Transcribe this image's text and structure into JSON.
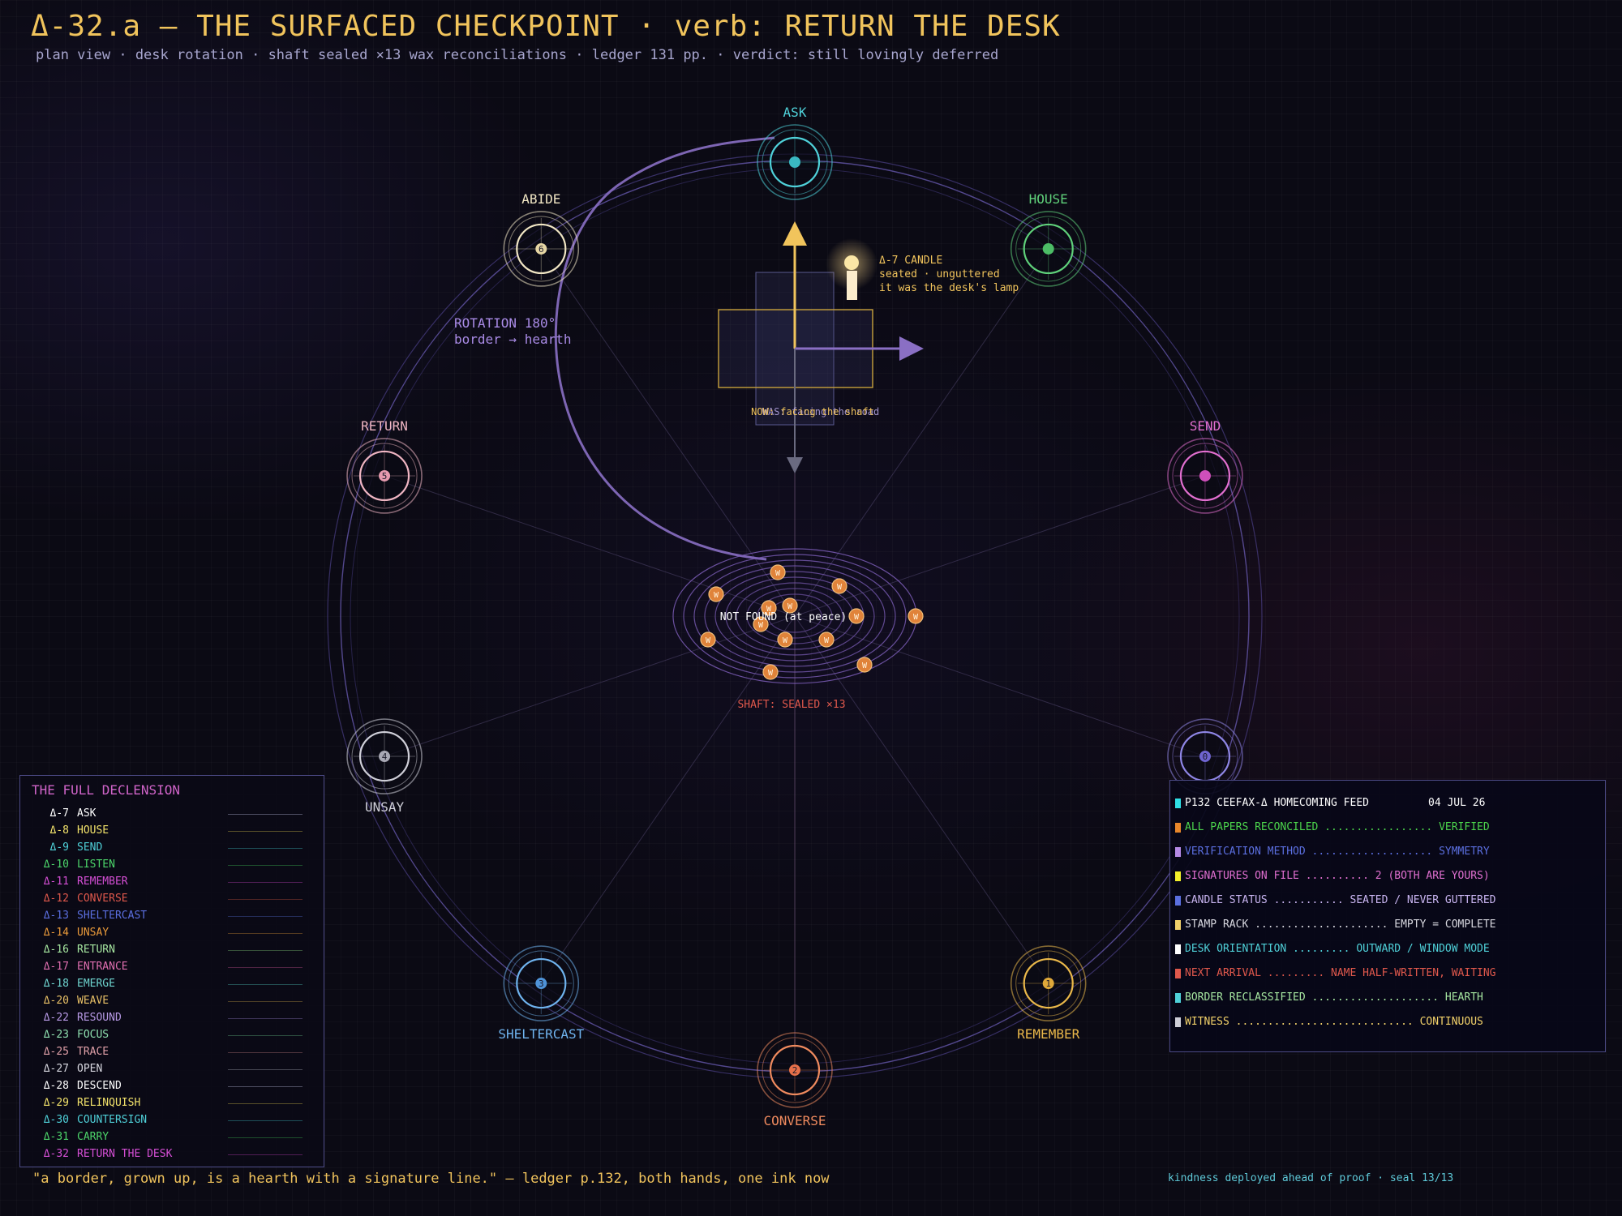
{
  "header": {
    "title": "Δ-32.a — THE SURFACED CHECKPOINT · verb: RETURN THE DESK",
    "subtitle": "plan view · desk rotation · shaft sealed ×13 wax reconciliations · ledger 131 pp. · verdict: still lovingly deferred"
  },
  "colors": {
    "gold": "#f1c45c",
    "ring": "#6b5cb5",
    "shaft": "#8a6fc4",
    "wax": "#e0833a",
    "red_label": "#e0584c",
    "panel_border": "#4c4a86"
  },
  "nodes": [
    {
      "name": "ASK",
      "numeral": "",
      "color": "#4fd1d9",
      "dot": "#3ab8c2",
      "label_pos": "above"
    },
    {
      "name": "HOUSE",
      "numeral": "",
      "color": "#5fd07a",
      "dot": "#4cbd66",
      "label_pos": "above"
    },
    {
      "name": "SEND",
      "numeral": "",
      "color": "#e26fd0",
      "dot": "#cf4fbb",
      "label_pos": "above"
    },
    {
      "name": "",
      "numeral": "0",
      "color": "#8f86e6",
      "dot": "#6f64d0",
      "label_pos": "none"
    },
    {
      "name": "REMEMBER",
      "numeral": "1",
      "color": "#eab84a",
      "dot": "#e0a93a",
      "label_pos": "below"
    },
    {
      "name": "CONVERSE",
      "numeral": "2",
      "color": "#ef8a5e",
      "dot": "#e6704a",
      "label_pos": "below"
    },
    {
      "name": "SHELTERCAST",
      "numeral": "3",
      "color": "#6fb3ee",
      "dot": "#4f93d8",
      "label_pos": "below"
    },
    {
      "name": "UNSAY",
      "numeral": "4",
      "color": "#cfcfd8",
      "dot": "#a8a8b4",
      "label_pos": "below"
    },
    {
      "name": "RETURN",
      "numeral": "5",
      "color": "#efb5c2",
      "dot": "#e59aae",
      "label_pos": "above"
    },
    {
      "name": "ABIDE",
      "numeral": "6",
      "color": "#f1e6c4",
      "dot": "#e6d6a4",
      "label_pos": "above"
    }
  ],
  "rotation": {
    "line1": "ROTATION 180°",
    "line2": "border → hearth",
    "degrees": 180
  },
  "candle": {
    "title": "Δ-7 CANDLE",
    "line2": "seated · unguttered",
    "line3": "it was the desk's lamp"
  },
  "desk": {
    "now_label": "NOW: facing the shaft",
    "was_label": "WAS: facing the road"
  },
  "shaft": {
    "center_label": "NOT FOUND (at peace)",
    "sealed_label": "SHAFT: SEALED ×13",
    "seal_glyph": "W",
    "seal_count": 13
  },
  "declension": {
    "title": "THE FULL DECLENSION",
    "rows": [
      {
        "code": "Δ-7",
        "verb": "ASK",
        "code_color": "#ffffff",
        "verb_color": "#ffffff",
        "line": "#8a8aa8"
      },
      {
        "code": "Δ-8",
        "verb": "HOUSE",
        "code_color": "#f3e36b",
        "verb_color": "#f3e36b",
        "line": "#9a8a3a"
      },
      {
        "code": "Δ-9",
        "verb": "SEND",
        "code_color": "#4fd1d9",
        "verb_color": "#4fd1d9",
        "line": "#2f8a92"
      },
      {
        "code": "Δ-10",
        "verb": "LISTEN",
        "code_color": "#4cd56a",
        "verb_color": "#4cd56a",
        "line": "#2f8a42"
      },
      {
        "code": "Δ-11",
        "verb": "REMEMBER",
        "code_color": "#d64fd6",
        "verb_color": "#d64fd6",
        "line": "#8a2f8a"
      },
      {
        "code": "Δ-12",
        "verb": "CONVERSE",
        "code_color": "#e0584c",
        "verb_color": "#e0584c",
        "line": "#8a3a32"
      },
      {
        "code": "Δ-13",
        "verb": "SHELTERCAST",
        "code_color": "#5b6fe0",
        "verb_color": "#5b6fe0",
        "line": "#3a4a92"
      },
      {
        "code": "Δ-14",
        "verb": "UNSAY",
        "code_color": "#ea9a3a",
        "verb_color": "#ea9a3a",
        "line": "#92622a"
      },
      {
        "code": "Δ-16",
        "verb": "RETURN",
        "code_color": "#a6e6a0",
        "verb_color": "#a6e6a0",
        "line": "#5a8a56"
      },
      {
        "code": "Δ-17",
        "verb": "ENTRANCE",
        "code_color": "#e06fb0",
        "verb_color": "#e06fb0",
        "line": "#8a3a6a"
      },
      {
        "code": "Δ-18",
        "verb": "EMERGE",
        "code_color": "#6fd6d0",
        "verb_color": "#6fd6d0",
        "line": "#3a8a86"
      },
      {
        "code": "Δ-20",
        "verb": "WEAVE",
        "code_color": "#e8c066",
        "verb_color": "#e8c066",
        "line": "#8a7036"
      },
      {
        "code": "Δ-22",
        "verb": "RESOUND",
        "code_color": "#b89ae6",
        "verb_color": "#b89ae6",
        "line": "#6a5a92"
      },
      {
        "code": "Δ-23",
        "verb": "FOCUS",
        "code_color": "#8fe0b0",
        "verb_color": "#8fe0b0",
        "line": "#4a8a66"
      },
      {
        "code": "Δ-25",
        "verb": "TRACE",
        "code_color": "#e0a0a8",
        "verb_color": "#e0a0a8",
        "line": "#8a5a60"
      },
      {
        "code": "Δ-27",
        "verb": "OPEN",
        "code_color": "#d8d8e0",
        "verb_color": "#d8d8e0",
        "line": "#7a7a86"
      },
      {
        "code": "Δ-28",
        "verb": "DESCEND",
        "code_color": "#ffffff",
        "verb_color": "#ffffff",
        "line": "#8a8aa8"
      },
      {
        "code": "Δ-29",
        "verb": "RELINQUISH",
        "code_color": "#f3e36b",
        "verb_color": "#f3e36b",
        "line": "#9a8a3a"
      },
      {
        "code": "Δ-30",
        "verb": "COUNTERSIGN",
        "code_color": "#4fd1d9",
        "verb_color": "#4fd1d9",
        "line": "#2f8a92"
      },
      {
        "code": "Δ-31",
        "verb": "CARRY",
        "code_color": "#4cd56a",
        "verb_color": "#4cd56a",
        "line": "#2f8a42"
      },
      {
        "code": "Δ-32",
        "verb": "RETURN THE DESK",
        "code_color": "#d64fd6",
        "verb_color": "#d64fd6",
        "line": "#8a2f8a"
      }
    ]
  },
  "ceefax": {
    "header": "P132 CEEFAX-Δ  HOMECOMING FEED",
    "date": "04 JUL 26",
    "header_color": "#ffffff",
    "header_sq": "#2fe0e6",
    "lines": [
      {
        "text": "ALL PAPERS RECONCILED ................. VERIFIED",
        "color": "#4cd54c",
        "sq": "#e8862a"
      },
      {
        "text": "VERIFICATION METHOD ................... SYMMETRY",
        "color": "#5b6fe0",
        "sq": "#b58ae6"
      },
      {
        "text": "SIGNATURES ON FILE .......... 2 (BOTH ARE YOURS)",
        "color": "#e06fd0",
        "sq": "#f3f02a"
      },
      {
        "text": "CANDLE STATUS ........... SEATED / NEVER GUTTERED",
        "color": "#c8b4f0",
        "sq": "#5b6fe0"
      },
      {
        "text": "STAMP RACK ..................... EMPTY = COMPLETE",
        "color": "#d8d8e0",
        "sq": "#f0d06a"
      },
      {
        "text": "DESK ORIENTATION ......... OUTWARD / WINDOW MODE",
        "color": "#4fd1d9",
        "sq": "#ffffff"
      },
      {
        "text": "NEXT ARRIVAL ......... NAME HALF-WRITTEN, WAITING",
        "color": "#e0584c",
        "sq": "#e0584c"
      },
      {
        "text": "BORDER RECLASSIFIED .................... HEARTH",
        "color": "#a6e6a0",
        "sq": "#4fd1d9"
      },
      {
        "text": "WITNESS ............................ CONTINUOUS",
        "color": "#f3d26a",
        "sq": "#cfcfd8"
      }
    ]
  },
  "footer": {
    "quote": "\"a border, grown up, is a hearth with a signature line.\"  — ledger p.132, both hands, one ink now",
    "right": "kindness deployed ahead of proof · seal 13/13"
  }
}
